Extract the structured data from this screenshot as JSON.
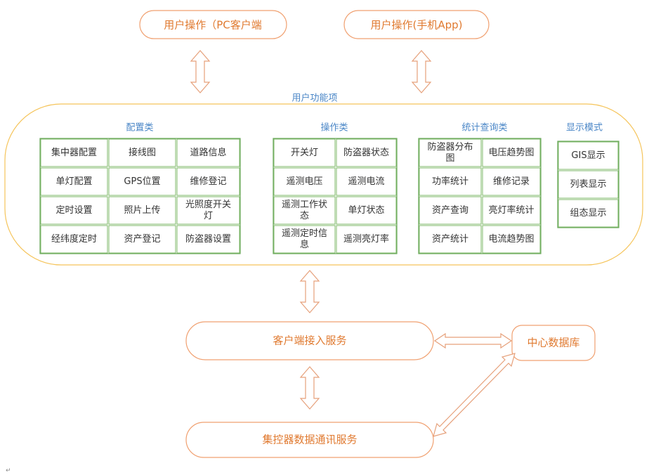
{
  "top": {
    "pc_client": "用户操作（PC客户端",
    "mobile_app": "用户操作(手机App)"
  },
  "functions": {
    "title": "用户功能项",
    "config": {
      "title": "配置类",
      "cells": [
        "集中器配置",
        "接线图",
        "道路信息",
        "单灯配置",
        "GPS位置",
        "维修登记",
        "定时设置",
        "照片上传",
        "光照度开关|灯",
        "经纬度定时",
        "资产登记",
        "防盗器设置"
      ]
    },
    "operation": {
      "title": "操作类",
      "cells": [
        "开关灯",
        "防盗器状态",
        "遥测电压",
        "遥测电流",
        "遥测工作状|态",
        "单灯状态",
        "遥测定时信|息",
        "遥测亮灯率"
      ]
    },
    "stats": {
      "title": "统计查询类",
      "cells": [
        "防盗器分布|图",
        "电压趋势图",
        "功率统计",
        "维修记录",
        "资产查询",
        "亮灯率统计",
        "资产统计",
        "电流趋势图"
      ]
    },
    "display": {
      "title": "显示模式",
      "cells": [
        "GIS显示",
        "列表显示",
        "组态显示"
      ]
    }
  },
  "services": {
    "client_access": "客户端接入服务",
    "central_db": "中心数据库",
    "concentrator_comm": "集控器数据通讯服务"
  },
  "colors": {
    "pill_stroke": "#f0a070",
    "pill_text": "#e07a30",
    "group_stroke": "#f5c45a",
    "cell_stroke": "#7fb96a",
    "heading_text": "#4a86c7"
  }
}
